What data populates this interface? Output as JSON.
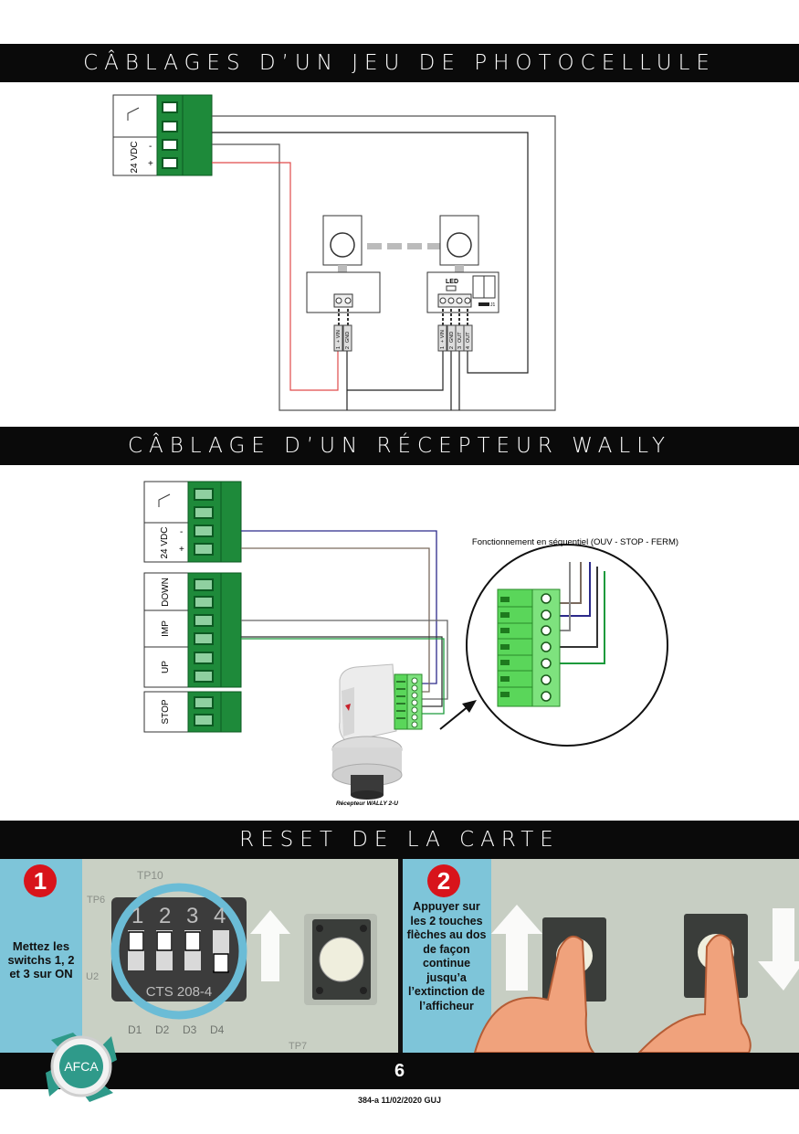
{
  "sections": {
    "photocell_title": "CÂBLAGES D’UN JEU DE PHOTOCELLULE",
    "wally_title": "CÂBLAGE D’UN RÉCEPTEUR WALLY",
    "reset_title": "RESET DE LA CARTE"
  },
  "photocell": {
    "vdc_label": "24 VDC",
    "minus": "-",
    "plus": "+",
    "led_label": "LED",
    "j1_label": "J1",
    "tx_pins": [
      "+ VIN",
      "GND"
    ],
    "tx_nums": [
      "1",
      "2"
    ],
    "rx_pins": [
      "+ VIN",
      "GND",
      "OUT",
      "OUT"
    ],
    "rx_nums": [
      "1",
      "2",
      "3",
      "4"
    ]
  },
  "wally": {
    "vdc_label": "24 VDC",
    "minus": "-",
    "plus": "+",
    "down_label": "DOWN",
    "imp_label": "IMP",
    "up_label": "UP",
    "stop_label": "STOP",
    "sequential_note": "Fonctionnement en séquentiel (OUV - STOP - FERM)",
    "receiver_caption": "Récepteur WALLY 2-U"
  },
  "reset": {
    "step1_num": "1",
    "step1_text": "Mettez les switchs 1, 2 et 3 sur ON",
    "step2_num": "2",
    "step2_text": "Appuyer sur les 2 touches flèches au dos de façon continue jusqu’a l’extinction de l’afficheur",
    "dip_numbers": [
      "1",
      "2",
      "3",
      "4"
    ],
    "dip_model": "CTS 208-4",
    "board_labels": [
      "D1",
      "D2",
      "D3",
      "D4",
      "TP7",
      "TP10",
      "TP6",
      "U2"
    ]
  },
  "footer": {
    "page_number": "6",
    "logo_text": "AFCA",
    "doc_ref": "384-a 11/02/2020 GUJ"
  }
}
